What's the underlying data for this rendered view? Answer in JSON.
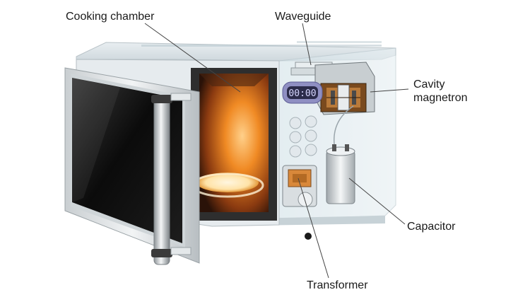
{
  "labels": {
    "cooking_chamber": "Cooking chamber",
    "waveguide": "Waveguide",
    "cavity_magnetron_line1": "Cavity",
    "cavity_magnetron_line2": "magnetron",
    "capacitor": "Capacitor",
    "transformer": "Transformer"
  },
  "display": {
    "digits": "00:00"
  },
  "colors": {
    "chamber_glow": "#e8781c",
    "chamber_dark": "#3a1a0c",
    "shell": "#dfe6ea",
    "frame_dark": "#2c2c2c",
    "door_glass": "#111111",
    "leader_line": "#444444",
    "display_bg": "#8f8fc2"
  }
}
